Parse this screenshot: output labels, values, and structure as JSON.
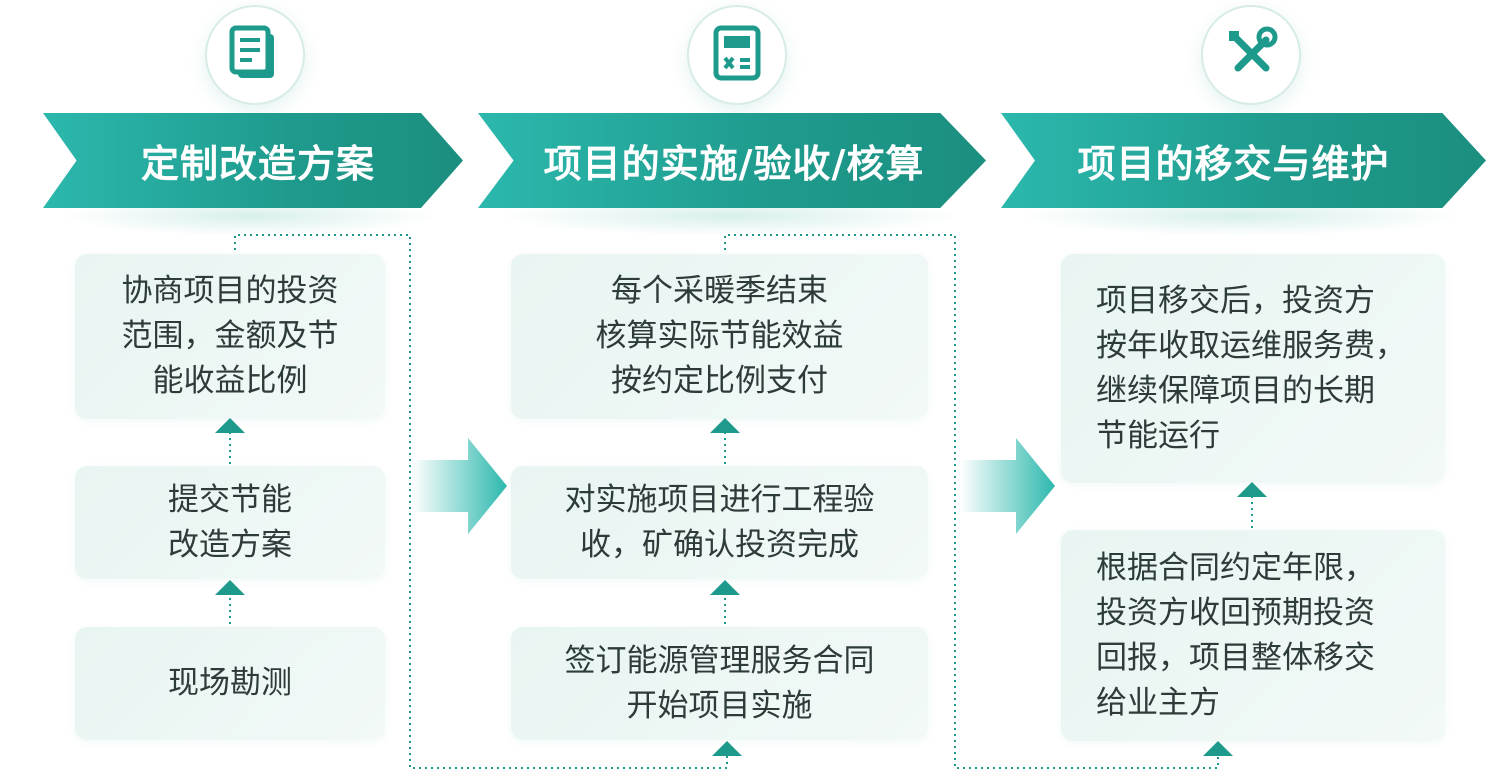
{
  "stages": [
    {
      "title": "定制改造方案",
      "icon": "document-icon",
      "cards": [
        {
          "text": "协商项目的投资\n范围，金额及节\n能收益比例"
        },
        {
          "text": "提交节能\n改造方案"
        },
        {
          "text": "现场勘测"
        }
      ]
    },
    {
      "title": "项目的实施/验收/核算",
      "icon": "calculator-icon",
      "cards": [
        {
          "text": "每个采暖季结束\n核算实际节能效益\n按约定比例支付"
        },
        {
          "text": "对实施项目进行工程验\n收，矿确认投资完成"
        },
        {
          "text": "签订能源管理服务合同\n开始项目实施"
        }
      ]
    },
    {
      "title": "项目的移交与维护",
      "icon": "tools-icon",
      "cards": [
        {
          "text": "项目移交后，投资方\n按年收取运维服务费，\n继续保障项目的长期\n节能运行"
        },
        {
          "text": "根据合同约定年限，\n投资方收回预期投资\n回报，项目整体移交\n给业主方"
        }
      ]
    }
  ],
  "colors": {
    "accent": "#1e9a8c",
    "accent_light": "#2cb8ad",
    "card_bg": "#eaf6f3",
    "text": "#2d3b3a",
    "dotted": "#1e9a8c"
  }
}
